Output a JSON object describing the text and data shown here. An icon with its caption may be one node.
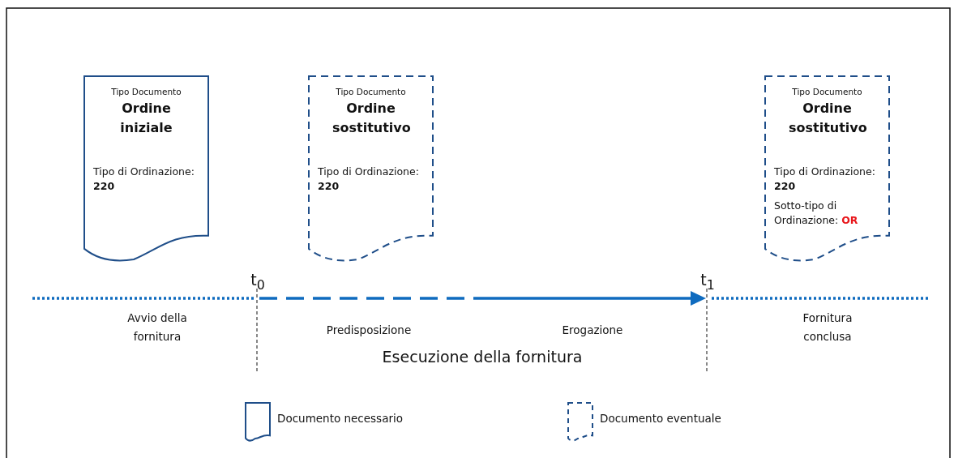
{
  "diagram": {
    "nodes": [
      {
        "text": [
          "Tipo Documento",
          "Ordine iniziale",
          "Tipo di Ordinazione: **220**"
        ]
      },
      {
        "text": [
          "Tipo Documento",
          "Ordine sostitutivo",
          "Tipo di Ordinazione: **220**"
        ]
      },
      {
        "text": [
          "Tipo Documento",
          "Ordine sostitutivo",
          "Tipo di Ordinazione: **220**",
          "Sotto-tipo di Ordinazione: **OR**"
        ]
      }
    ],
    "edges": [],
    "labels": [
      "t$_{0}$",
      "t$_{1}$",
      "Avvio della fornitura",
      "Predisposizione",
      "Erogazione",
      "Fornitura conclusa",
      "Esecuzione della fornitura"
    ],
    "legend": [
      {
        "text": "Documento necessario"
      },
      {
        "text": "Documento eventuale"
      }
    ]
  }
}
